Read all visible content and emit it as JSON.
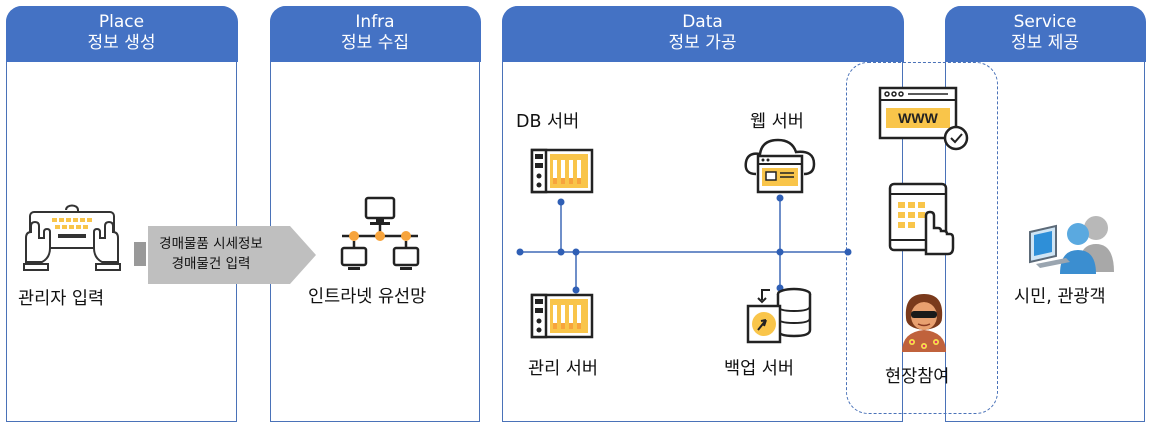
{
  "panels": [
    {
      "title_en": "Place",
      "title_ko": "정보 생성"
    },
    {
      "title_en": "Infra",
      "title_ko": "정보 수집"
    },
    {
      "title_en": "Data",
      "title_ko": "정보 가공"
    },
    {
      "title_en": "Service",
      "title_ko": "정보 제공"
    }
  ],
  "place": {
    "admin_label": "관리자 입력"
  },
  "arrow": {
    "line1": "경매물품 시세정보",
    "line2": "경매물건 입력"
  },
  "infra": {
    "network_label": "인트라넷 유선망"
  },
  "data": {
    "db_server": "DB 서버",
    "web_server": "웹 서버",
    "mgmt_server": "관리 서버",
    "backup_server": "백업 서버"
  },
  "service": {
    "onsite": "현장참여",
    "citizens": "시민, 관광객",
    "www_text": "WWW"
  },
  "colors": {
    "header_blue": "#4472c4",
    "border_blue": "#4a72b8",
    "accent_yellow": "#f9c54a",
    "orange": "#f7a43c",
    "arrow_gray": "#bfbfbf",
    "dot_blue": "#2f5fb5"
  },
  "icons": [
    "keyboard-icon",
    "network-icon",
    "server-rack-icon",
    "web-server-cloud-icon",
    "backup-database-icon",
    "browser-www-icon",
    "tablet-touch-icon",
    "person-sunglasses-icon",
    "users-computer-icon"
  ]
}
